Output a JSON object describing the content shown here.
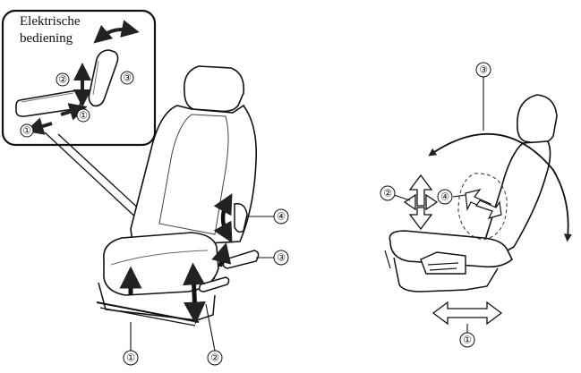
{
  "inset": {
    "title_line1": "Elektrische",
    "title_line2": "bediening",
    "callouts": [
      "①",
      "②",
      "③",
      "①"
    ]
  },
  "left_diagram": {
    "callouts": [
      "④",
      "③",
      "①",
      "②"
    ]
  },
  "right_diagram": {
    "callouts": [
      "③",
      "②",
      "④",
      "①"
    ]
  }
}
